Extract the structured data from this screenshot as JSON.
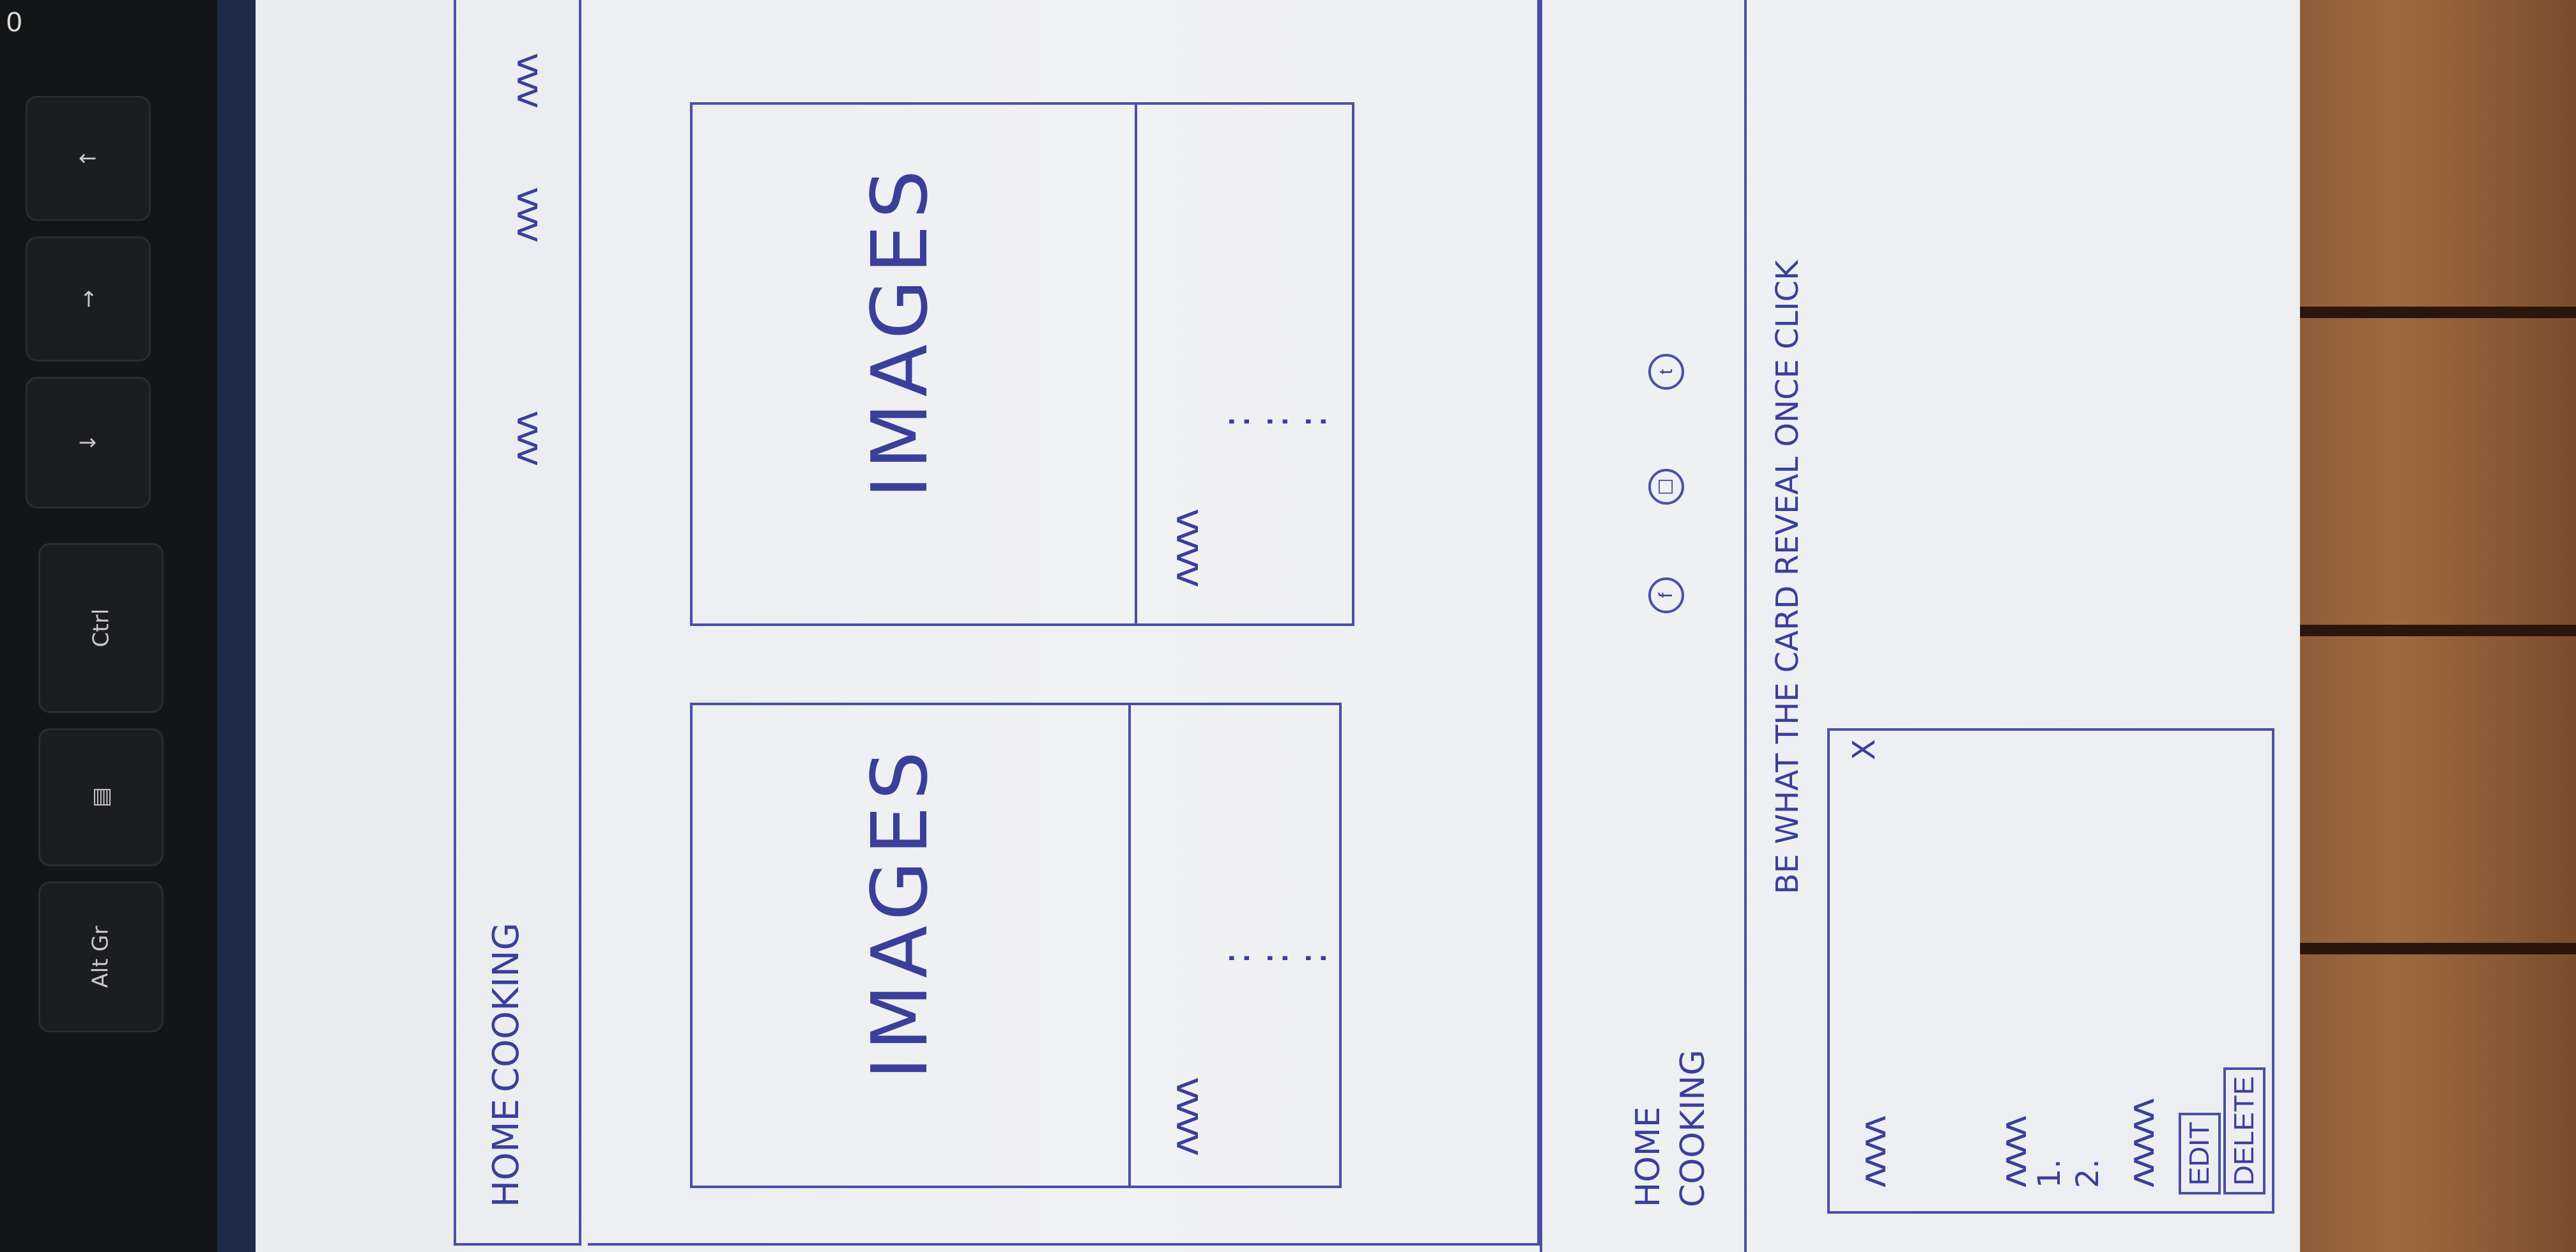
{
  "keyboard": {
    "keys": [
      "Alt Gr",
      "Ctrl"
    ],
    "arrow_glyphs": [
      "↑",
      "→",
      "↓"
    ],
    "corner": "0"
  },
  "sketch": {
    "nav": {
      "home": "HOME",
      "cooking": "COOKING",
      "squiggles": [
        "ᴧᴧᴧ",
        "ᴧᴧᴧ",
        "ᴧᴧᴧ"
      ]
    },
    "cards": [
      {
        "image_text": "IMAGES",
        "title_squiggle": "ᴧᴧᴧᴧ",
        "rows": [
          ":",
          ":",
          ":"
        ]
      },
      {
        "image_text": "IMAGES",
        "title_squiggle": "ᴧᴧᴧᴧ",
        "rows": [
          ":",
          ":",
          ":"
        ]
      }
    ],
    "footer": {
      "home": "HOME",
      "cooking": "COOKING",
      "icons": [
        "f",
        "☐",
        "t"
      ]
    },
    "note": "BE WHAT THE CARD REVEAL ONCE CLICK",
    "reveal": {
      "close": "X",
      "numbers": [
        "1.",
        "2."
      ],
      "edit": "EDIT",
      "delete": "DELETE"
    }
  },
  "colors": {
    "ink": "#3a3f9a",
    "paper": "#eceef1",
    "wood": "#8a5a36",
    "keyboard": "#141517"
  }
}
